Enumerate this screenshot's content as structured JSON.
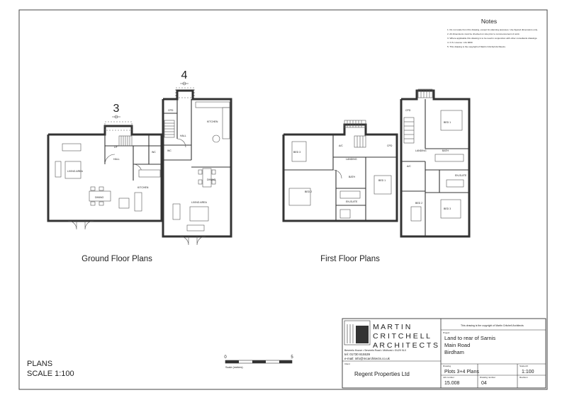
{
  "notes": {
    "title": "Notes",
    "items": [
      "1.  Do not scale from this drawing, except for planning purposes. Use figured dimensions only.",
      "2.  All dimensions must be checked on site prior to commencement of work.",
      "3.  Where applicable this drawing is to be read in conjunction with other consultants drawings.",
      "4.  O.S. Licence: LIG 0000",
      "5.  This drawing is the copyright of Martin Critchell Architects."
    ]
  },
  "plots": {
    "left": "3",
    "right": "4"
  },
  "ground_floor": {
    "heading": "Ground Floor Plans",
    "rooms": [
      "CPD",
      "HALL",
      "WC",
      "LIVING AREA",
      "KITCHEN",
      "DINING",
      "HALL",
      "WC",
      "KITCHEN",
      "DINING",
      "LIVING AREA",
      "UT"
    ]
  },
  "first_floor": {
    "heading": "First Floor Plans",
    "rooms": [
      "BED 3",
      "A/C",
      "CPD",
      "LANDING",
      "BED 2",
      "BATH",
      "EN-SUITE",
      "BED 1",
      "CPD",
      "BED 1",
      "BATH",
      "A/C",
      "EN-SUITE",
      "BED 2",
      "BED 3",
      "LANDING"
    ]
  },
  "sheet": {
    "title": "PLANS",
    "scale": "SCALE 1:100"
  },
  "scale_bar": {
    "start": "0",
    "end": "5",
    "caption": "Scale (metres)"
  },
  "title_block": {
    "firm_line1": "M A R T I N",
    "firm_line2": "C R I T C H E L L",
    "firm_line3": "A R C H I T E C T S",
    "address": "Beverelo House  •  Severels Road  •  Midhurst  •  GU29 9LX",
    "tel": "tel: 01730 815539",
    "email": "e-mail: info@mcarchitects.co.uk",
    "client_label": "Client",
    "client": "Regent Properties Ltd",
    "copyright": "This drawing is the copyright of Martin Critchell Architects",
    "project_label": "Project",
    "project_lines": [
      "Land to rear of Sarnis",
      "Main Road",
      "Birdham"
    ],
    "drawing_label": "Drawing",
    "drawing": "Plots 3+4 Plans",
    "scale_label": "Scale A3",
    "scale": "1:100",
    "job_label": "Job number",
    "job": "15.008",
    "drawing_no_label": "Drawing number",
    "drawing_no": "04",
    "revision_label": "Revision",
    "revision": ""
  }
}
